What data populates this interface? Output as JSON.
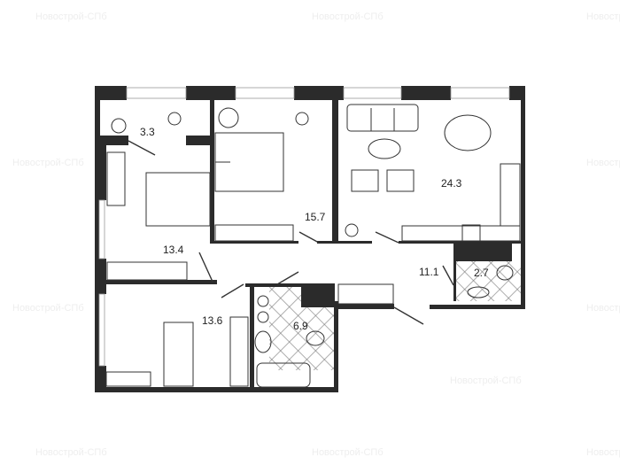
{
  "watermark": "Новострой-СПб",
  "rooms": [
    {
      "id": "balcony",
      "area": "3.3"
    },
    {
      "id": "bedroom-1",
      "area": "13.4"
    },
    {
      "id": "bedroom-2",
      "area": "15.7"
    },
    {
      "id": "living-kitchen",
      "area": "24.3"
    },
    {
      "id": "hallway",
      "area": "11.1"
    },
    {
      "id": "toilet",
      "area": "2.7"
    },
    {
      "id": "bathroom",
      "area": "6.9"
    },
    {
      "id": "bedroom-3",
      "area": "13.6"
    }
  ]
}
